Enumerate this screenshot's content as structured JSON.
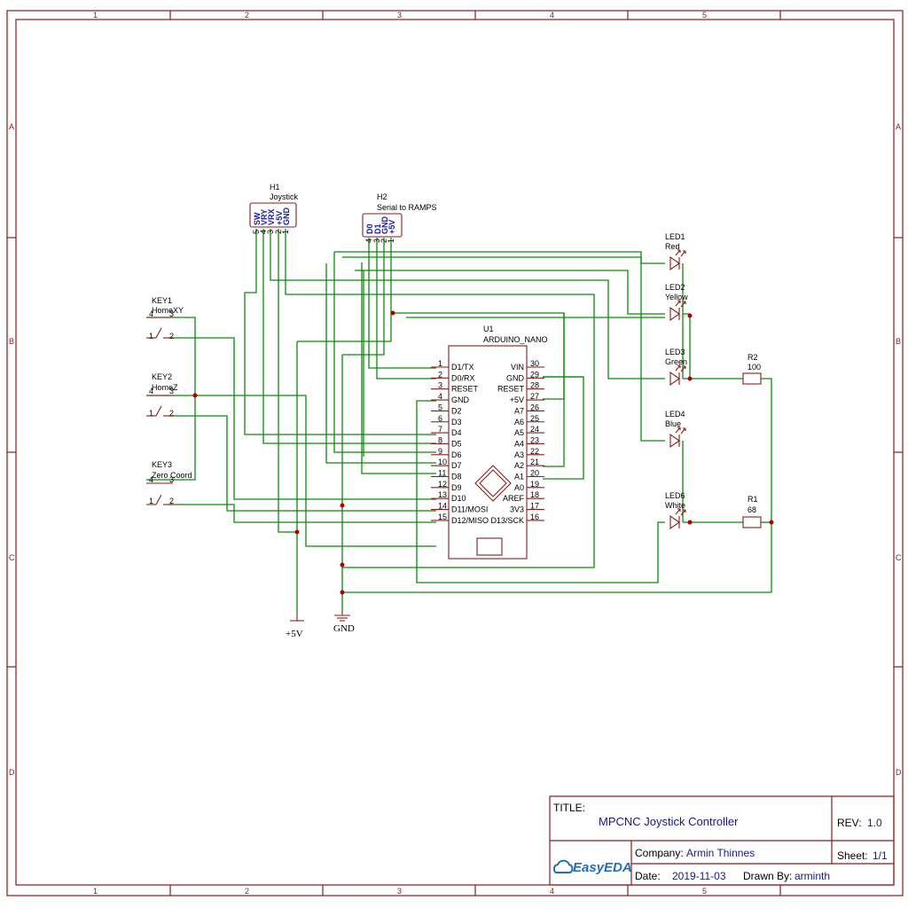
{
  "border": {
    "columns": [
      "1",
      "2",
      "3",
      "4",
      "5"
    ],
    "rows": [
      "A",
      "B",
      "C",
      "D"
    ]
  },
  "title_block": {
    "title_label": "TITLE:",
    "title": "MPCNC Joystick Controller",
    "rev_label": "REV:",
    "rev": "1.0",
    "company_label": "Company:",
    "company": "Armin Thinnes",
    "sheet_label": "Sheet:",
    "sheet": "1/1",
    "date_label": "Date:",
    "date": "2019-11-03",
    "drawn_label": "Drawn By:",
    "drawn": "arminth",
    "logo": "EasyEDA",
    "logo_icon": "cloud-icon"
  },
  "h1": {
    "ref": "H1",
    "name": "Joystick",
    "pins": [
      "SW",
      "VRY",
      "VRX",
      "+5V",
      "GND"
    ],
    "nums": [
      "5",
      "4",
      "3",
      "2",
      "1"
    ]
  },
  "h2": {
    "ref": "H2",
    "name": "Serial to RAMPS",
    "pins": [
      "D0",
      "D1",
      "GND",
      "+5V"
    ],
    "nums": [
      "4",
      "3",
      "2",
      "1"
    ]
  },
  "keys": [
    {
      "ref": "KEY1",
      "name": "HomeXY",
      "p3": "3",
      "p4": "4",
      "p1": "1",
      "p2": "2"
    },
    {
      "ref": "KEY2",
      "name": "HomeZ",
      "p3": "3",
      "p4": "4",
      "p1": "1",
      "p2": "2"
    },
    {
      "ref": "KEY3",
      "name": "Zero Coord",
      "p3": "3",
      "p4": "4",
      "p1": "1",
      "p2": "2"
    }
  ],
  "u1": {
    "ref": "U1",
    "name": "ARDUINO_NANO",
    "left_pins": [
      {
        "n": "1",
        "l": "D1/TX"
      },
      {
        "n": "2",
        "l": "D0/RX"
      },
      {
        "n": "3",
        "l": "RESET"
      },
      {
        "n": "4",
        "l": "GND"
      },
      {
        "n": "5",
        "l": "D2"
      },
      {
        "n": "6",
        "l": "D3"
      },
      {
        "n": "7",
        "l": "D4"
      },
      {
        "n": "8",
        "l": "D5"
      },
      {
        "n": "9",
        "l": "D6"
      },
      {
        "n": "10",
        "l": "D7"
      },
      {
        "n": "11",
        "l": "D8"
      },
      {
        "n": "12",
        "l": "D9"
      },
      {
        "n": "13",
        "l": "D10"
      },
      {
        "n": "14",
        "l": "D11/MOSI"
      },
      {
        "n": "15",
        "l": "D12/MISO"
      }
    ],
    "right_pins": [
      {
        "n": "30",
        "l": "VIN"
      },
      {
        "n": "29",
        "l": "GND"
      },
      {
        "n": "28",
        "l": "RESET"
      },
      {
        "n": "27",
        "l": "+5V"
      },
      {
        "n": "26",
        "l": "A7"
      },
      {
        "n": "25",
        "l": "A6"
      },
      {
        "n": "24",
        "l": "A5"
      },
      {
        "n": "23",
        "l": "A4"
      },
      {
        "n": "22",
        "l": "A3"
      },
      {
        "n": "21",
        "l": "A2"
      },
      {
        "n": "20",
        "l": "A1"
      },
      {
        "n": "19",
        "l": "A0"
      },
      {
        "n": "18",
        "l": "AREF"
      },
      {
        "n": "17",
        "l": "3V3"
      },
      {
        "n": "16",
        "l": "D13/SCK"
      }
    ]
  },
  "leds": [
    {
      "ref": "LED1",
      "color": "Red"
    },
    {
      "ref": "LED2",
      "color": "Yellow"
    },
    {
      "ref": "LED3",
      "color": "Green"
    },
    {
      "ref": "LED4",
      "color": "Blue"
    },
    {
      "ref": "LED6",
      "color": "White"
    }
  ],
  "resistors": [
    {
      "ref": "R2",
      "value": "100"
    },
    {
      "ref": "R1",
      "value": "68"
    }
  ],
  "power": {
    "vcc": "+5V",
    "gnd": "GND"
  },
  "colors": {
    "frame": "#8b1a1a",
    "wire": "#0a8a0a",
    "junction": "#b00000",
    "pin_label": "#1a1aa0"
  }
}
